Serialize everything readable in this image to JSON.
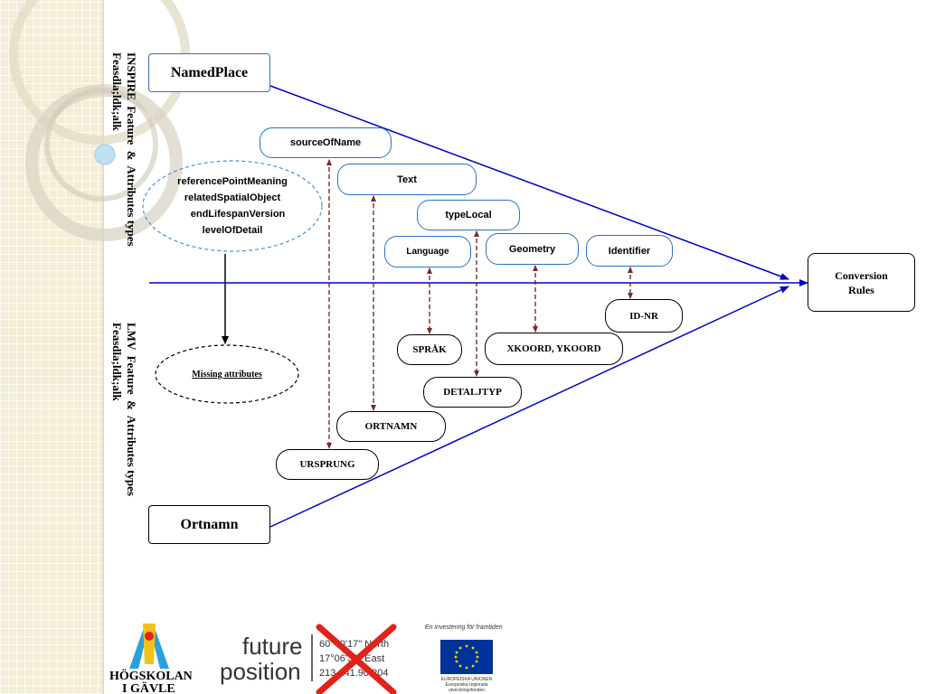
{
  "diagram": {
    "inspire_label": "INSPIRE  Feature  &  Attributes types\nFeasdla;ldk;alk",
    "lmv_label": "LMV  Feature  &  Attributes types\nFeasdla;ldk;alk",
    "named_place": "NamedPlace",
    "ortnamn_title": "Ortnamn",
    "conversion_line1": "Conversion",
    "conversion_line2": "Rules",
    "inspire_attrs": {
      "sourceOfName": "sourceOfName",
      "text": "Text",
      "typeLocal": "typeLocal",
      "language": "Language",
      "geometry": "Geometry",
      "identifier": "Identifier"
    },
    "unmapped_attrs": [
      "referencePointMeaning",
      "relatedSpatialObject",
      "endLifespanVersion",
      "levelOfDetail"
    ],
    "missing_label": "Missing attributes",
    "lmv_attrs": {
      "idnr": "ID-NR",
      "sprak": "SPRÅK",
      "xykoord": "XKOORD, YKOORD",
      "detaljtyp": "DETALJTYP",
      "ortnamn": "ORTNAMN",
      "ursprung": "URSPRUNG"
    }
  },
  "footer": {
    "hig_line1": "HÖGSKOLAN",
    "hig_line2": "I GÄVLE",
    "future_line1": "future",
    "future_line2": "position",
    "coords_line1": "60°40'17\" North",
    "coords_line2": "17°06'39\" East",
    "coords_line3": "213.141.90.204",
    "eu_tagline": "En investering för framtiden",
    "eu_line1": "EUROPEISKA UNIONEN",
    "eu_line2": "Europeiska regionala",
    "eu_line3": "utvecklingsfonden"
  },
  "colors": {
    "arrow_blue": "#0000cc",
    "dashed_arrow": "#7a2a2a",
    "pill_border": "#2a72c0"
  }
}
